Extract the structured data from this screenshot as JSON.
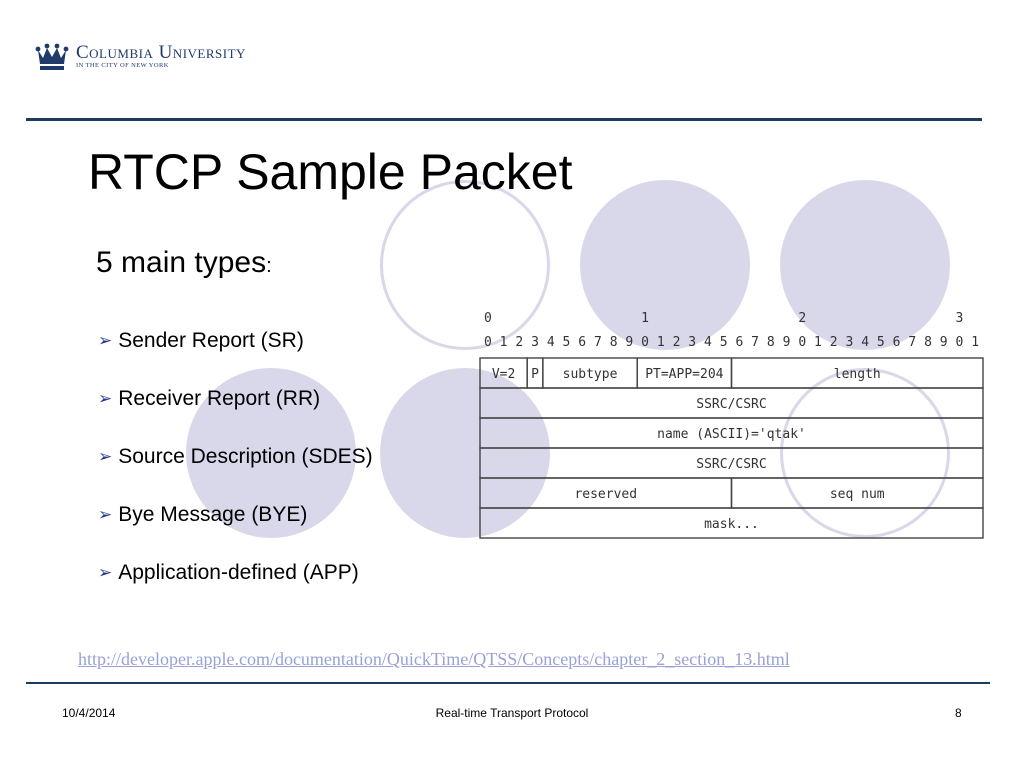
{
  "header": {
    "logo_name": "Columbia University",
    "logo_sub": "In the City of New York"
  },
  "slide": {
    "title": "RTCP Sample Packet",
    "subtitle": "5 main types",
    "subtitle_suffix": ":",
    "bullets": [
      "Sender Report (SR)",
      "Receiver Report (RR)",
      "Source Description (SDES)",
      "Bye Message (BYE)",
      "Application-defined (APP)"
    ],
    "link": "http://developer.apple.com/documentation/QuickTime/QTSS/Concepts/chapter_2_section_13.html"
  },
  "diagram": {
    "octet_labels": [
      "0",
      "1",
      "2",
      "3"
    ],
    "bit_labels": [
      "0",
      "1",
      "2",
      "3",
      "4",
      "5",
      "6",
      "7",
      "8",
      "9",
      "0",
      "1",
      "2",
      "3",
      "4",
      "5",
      "6",
      "7",
      "8",
      "9",
      "0",
      "1",
      "2",
      "3",
      "4",
      "5",
      "6",
      "7",
      "8",
      "9",
      "0",
      "1"
    ],
    "rows": [
      [
        "V=2",
        "P",
        "subtype",
        "PT=APP=204",
        "length"
      ],
      [
        "SSRC/CSRC"
      ],
      [
        "name (ASCII)='qtak'"
      ],
      [
        "SSRC/CSRC"
      ],
      [
        "reserved",
        "seq num"
      ],
      [
        "mask..."
      ]
    ]
  },
  "footer": {
    "date": "10/4/2014",
    "center": "Real-time Transport Protocol",
    "page": "8"
  },
  "colors": {
    "accent": "#1d3b5e",
    "circle": "#d8d8ea",
    "link": "#9aa0d8",
    "logo": "#1f3a6b"
  }
}
